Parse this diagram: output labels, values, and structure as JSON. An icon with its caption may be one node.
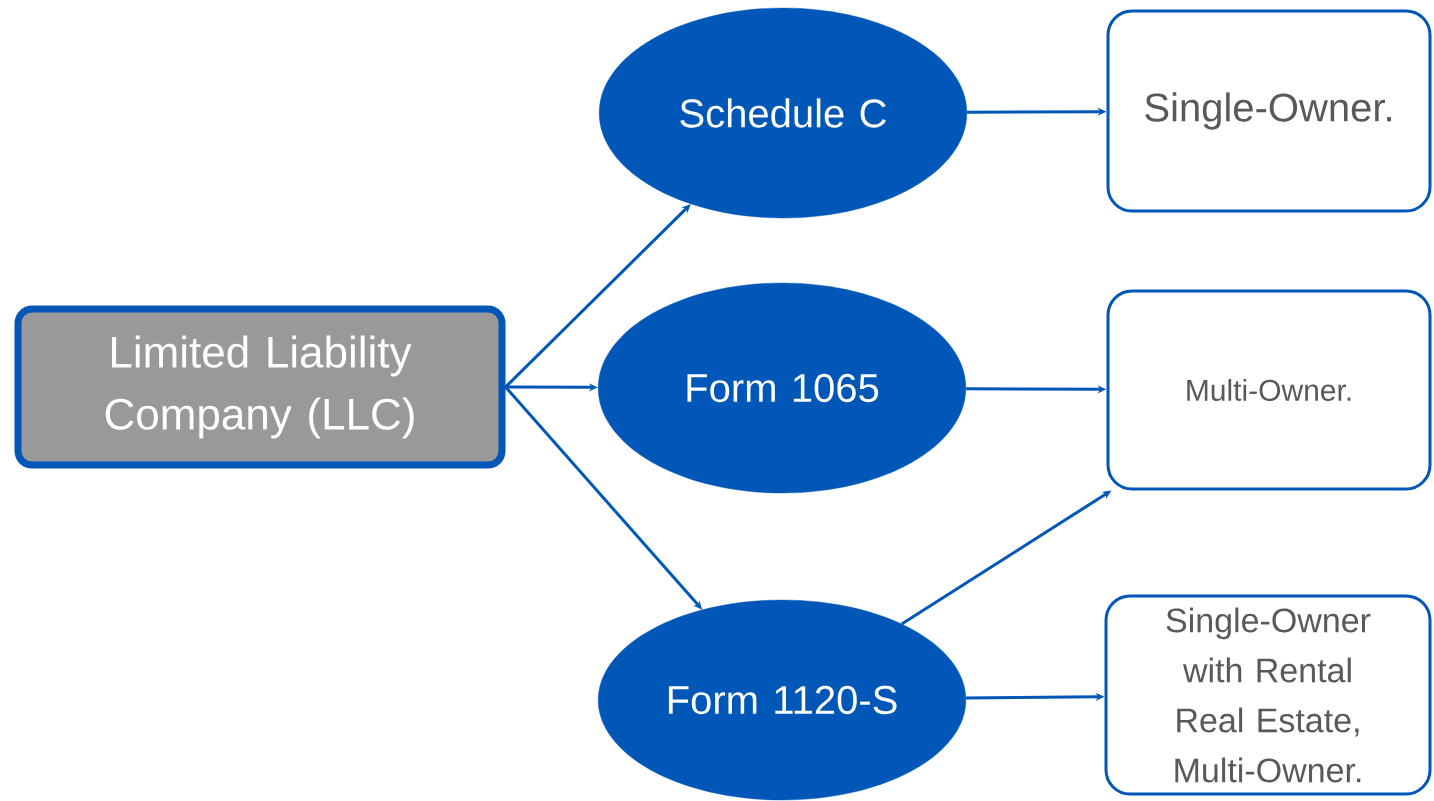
{
  "diagram": {
    "nodes": [
      {
        "text": [
          "Limited Liability Company (LLC)"
        ]
      },
      {
        "text": [
          "Schedule C"
        ]
      },
      {
        "text": [
          "Form 1065"
        ]
      },
      {
        "text": [
          "Form 1120-S"
        ]
      },
      {
        "text": [
          "Single-Owner."
        ]
      },
      {
        "text": [
          "Multi-Owner."
        ]
      },
      {
        "text": [
          "Single-Owner with Rental Real Estate, Multi-Owner."
        ]
      }
    ],
    "edges": [
      {
        "from": 0,
        "to": 1,
        "arrow": "to"
      },
      {
        "from": 0,
        "to": 2,
        "arrow": "to"
      },
      {
        "from": 0,
        "to": 3,
        "arrow": "to"
      },
      {
        "from": 1,
        "to": 4,
        "arrow": "to"
      },
      {
        "from": 2,
        "to": 5,
        "arrow": "to"
      },
      {
        "from": 3,
        "to": 5,
        "arrow": "to"
      },
      {
        "from": 3,
        "to": 6,
        "arrow": "to"
      }
    ]
  }
}
